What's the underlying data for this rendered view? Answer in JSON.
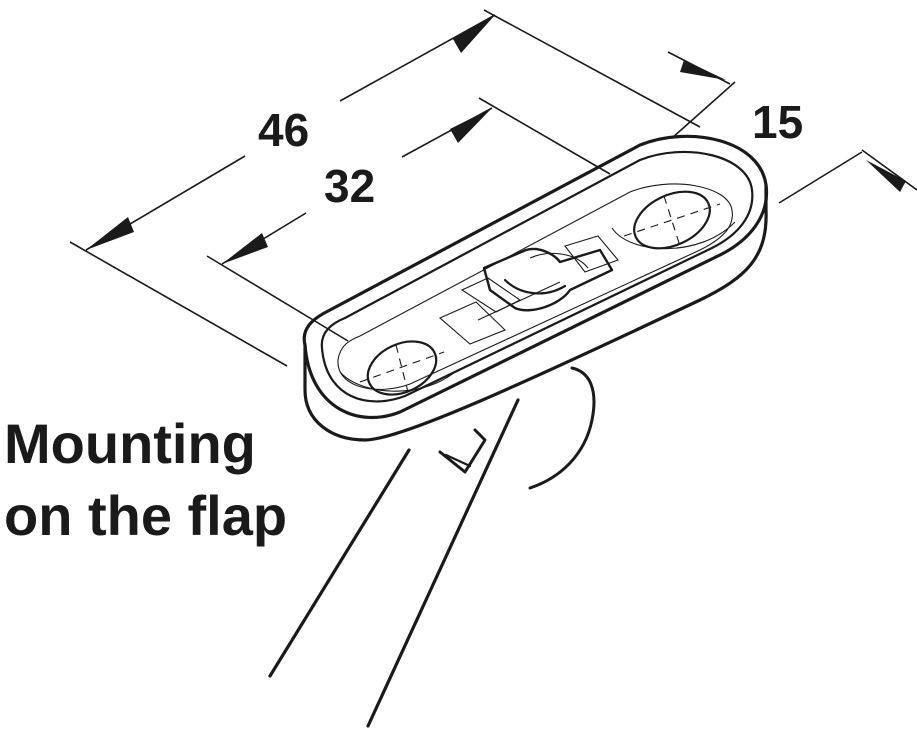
{
  "dimensions": {
    "overall_length": "46",
    "hole_spacing": "32",
    "width": "15"
  },
  "caption": {
    "line1": "Mounting",
    "line2": "on the flap"
  },
  "colors": {
    "ink": "#1a1a1a",
    "background": "#ffffff"
  }
}
